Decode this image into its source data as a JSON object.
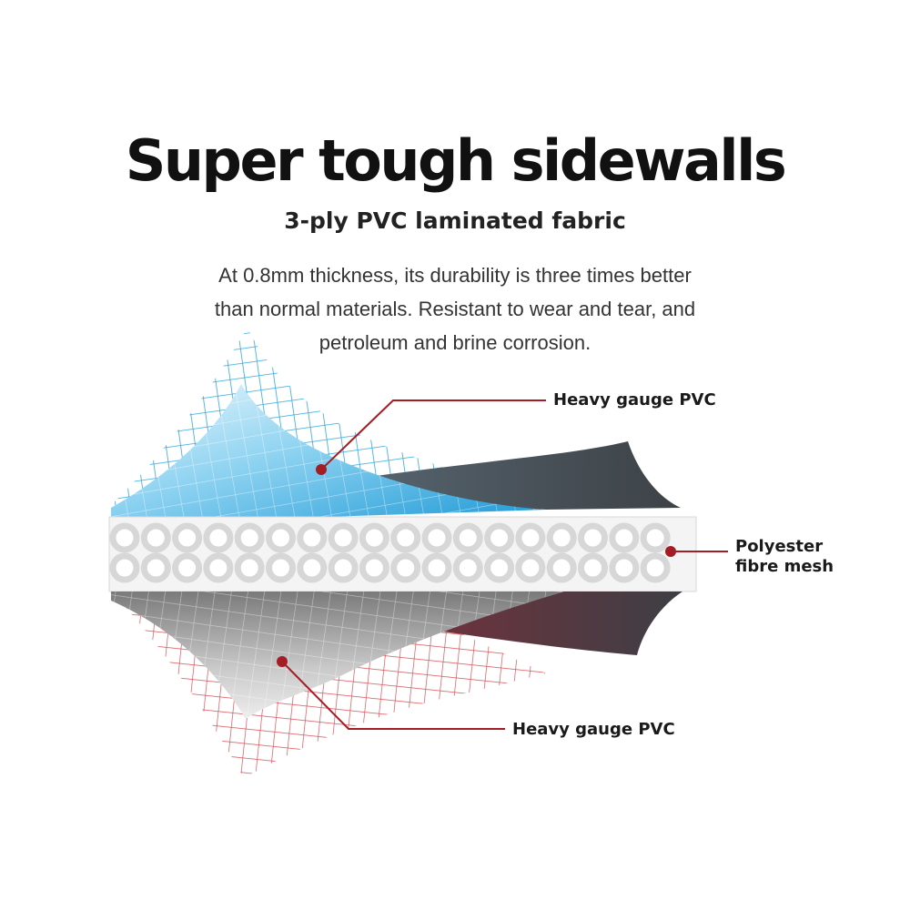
{
  "header": {
    "title": "Super tough sidewalls",
    "subtitle": "3-ply PVC laminated fabric",
    "description": "At 0.8mm thickness, its durability is three times better than normal materials. Resistant to wear and tear, and petroleum and brine corrosion."
  },
  "layers": {
    "top_label": "Heavy gauge PVC",
    "middle_label": "Polyester fibre mesh",
    "bottom_label": "Heavy gauge PVC"
  },
  "colors": {
    "top_layer": "#29a8e0",
    "top_layer_light": "#d8f0fb",
    "dark_layer": "#4a4f55",
    "bottom_layer": "#9a9a9a",
    "bottom_mesh": "#c8323c",
    "callout": "#a51d24",
    "mesh_circle": "#d7d7d7"
  }
}
